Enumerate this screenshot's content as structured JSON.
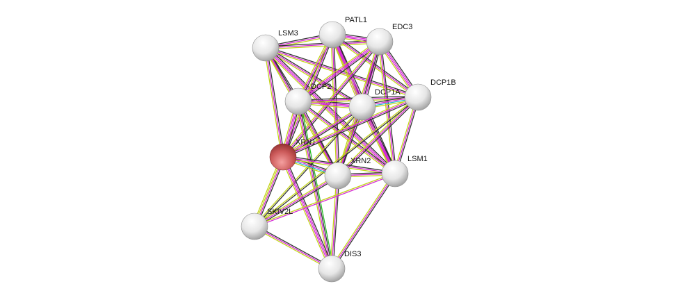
{
  "colors": {
    "node": "#ffffff",
    "query_node": "#d46a6a",
    "edge_colors": {
      "k": "#333333",
      "m": "#d52ad5",
      "y": "#c2d31a",
      "g": "#22bb22",
      "c": "#22b5d0"
    }
  },
  "nodes": [
    {
      "id": "LSM3",
      "label": "LSM3",
      "query": false
    },
    {
      "id": "PATL1",
      "label": "PATL1",
      "query": false
    },
    {
      "id": "EDC3",
      "label": "EDC3",
      "query": false
    },
    {
      "id": "DCP2",
      "label": "DCP2",
      "query": false
    },
    {
      "id": "DCP1A",
      "label": "DCP1A",
      "query": false
    },
    {
      "id": "DCP1B",
      "label": "DCP1B",
      "query": false
    },
    {
      "id": "XRN1",
      "label": "XRN1",
      "query": true
    },
    {
      "id": "XRN2",
      "label": "XRN2",
      "query": false
    },
    {
      "id": "LSM1",
      "label": "LSM1",
      "query": false
    },
    {
      "id": "SKIV2L",
      "label": "SKIV2L",
      "query": false
    },
    {
      "id": "DIS3",
      "label": "DIS3",
      "query": false
    }
  ],
  "edges": [
    [
      "LSM3",
      "PATL1",
      "kmy"
    ],
    [
      "LSM3",
      "EDC3",
      "kmy"
    ],
    [
      "LSM3",
      "DCP2",
      "kmy"
    ],
    [
      "LSM3",
      "DCP1A",
      "kmy"
    ],
    [
      "LSM3",
      "DCP1B",
      "kmy"
    ],
    [
      "LSM3",
      "XRN1",
      "kmy"
    ],
    [
      "LSM3",
      "XRN2",
      "kmy"
    ],
    [
      "LSM3",
      "LSM1",
      "kmmy"
    ],
    [
      "PATL1",
      "EDC3",
      "kmmy"
    ],
    [
      "PATL1",
      "DCP2",
      "kmy"
    ],
    [
      "PATL1",
      "DCP1A",
      "kmmy"
    ],
    [
      "PATL1",
      "DCP1B",
      "kmy"
    ],
    [
      "PATL1",
      "XRN1",
      "kmy"
    ],
    [
      "PATL1",
      "XRN2",
      "kmy"
    ],
    [
      "PATL1",
      "LSM1",
      "kmmy"
    ],
    [
      "EDC3",
      "DCP2",
      "kmmy"
    ],
    [
      "EDC3",
      "DCP1A",
      "kmmy"
    ],
    [
      "EDC3",
      "DCP1B",
      "kmmy"
    ],
    [
      "EDC3",
      "XRN1",
      "kmy"
    ],
    [
      "EDC3",
      "XRN2",
      "kmy"
    ],
    [
      "EDC3",
      "LSM1",
      "kmy"
    ],
    [
      "DCP2",
      "DCP1A",
      "kmmy"
    ],
    [
      "DCP2",
      "DCP1B",
      "kmy"
    ],
    [
      "DCP2",
      "XRN1",
      "kmmy"
    ],
    [
      "DCP2",
      "XRN2",
      "kmy"
    ],
    [
      "DCP2",
      "LSM1",
      "kmy"
    ],
    [
      "DCP2",
      "DIS3",
      "gkmy"
    ],
    [
      "DCP1A",
      "DCP1B",
      "kmcy"
    ],
    [
      "DCP1A",
      "XRN1",
      "kmy"
    ],
    [
      "DCP1A",
      "XRN2",
      "kmy"
    ],
    [
      "DCP1A",
      "LSM1",
      "kmmy"
    ],
    [
      "DCP1A",
      "SKIV2L",
      "ky"
    ],
    [
      "DCP1B",
      "XRN1",
      "kmy"
    ],
    [
      "DCP1B",
      "XRN2",
      "kmy"
    ],
    [
      "DCP1B",
      "LSM1",
      "kmy"
    ],
    [
      "DCP1B",
      "SKIV2L",
      "ky"
    ],
    [
      "XRN1",
      "XRN2",
      "kmcy"
    ],
    [
      "XRN1",
      "LSM1",
      "kmy"
    ],
    [
      "XRN1",
      "SKIV2L",
      "kmyy"
    ],
    [
      "XRN1",
      "DIS3",
      "kmmy"
    ],
    [
      "XRN2",
      "LSM1",
      "kmy"
    ],
    [
      "XRN2",
      "SKIV2L",
      "kmy"
    ],
    [
      "XRN2",
      "DIS3",
      "kmy"
    ],
    [
      "LSM1",
      "SKIV2L",
      "my"
    ],
    [
      "LSM1",
      "DIS3",
      "kmy"
    ],
    [
      "SKIV2L",
      "DIS3",
      "kmy"
    ]
  ]
}
